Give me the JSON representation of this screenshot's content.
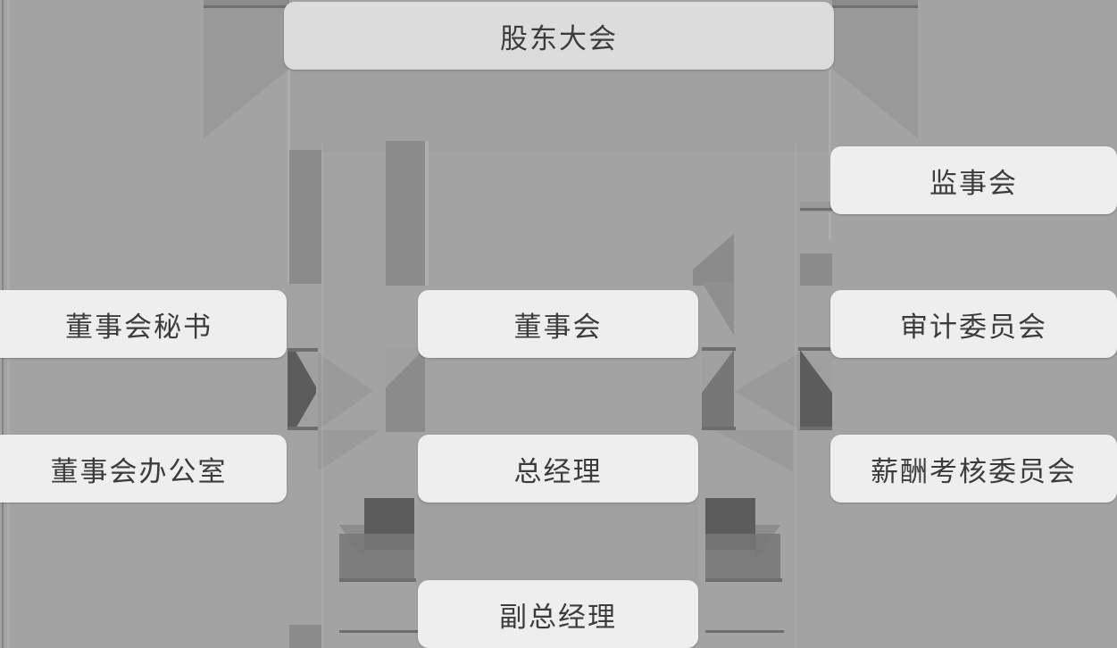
{
  "chart": {
    "type": "org-chart",
    "title": "",
    "background_color": "#a3a3a3",
    "node_fill": "#eeeeee",
    "root_node_fill": "#dcdcdc",
    "text_color": "#3c3c3c",
    "nodes": [
      {
        "id": "shareholders",
        "label": "股东大会",
        "level": 0,
        "column": "center"
      },
      {
        "id": "supervisors",
        "label": "监事会",
        "level": 1,
        "column": "right"
      },
      {
        "id": "board-secretary",
        "label": "董事会秘书",
        "level": 2,
        "column": "left"
      },
      {
        "id": "board",
        "label": "董事会",
        "level": 2,
        "column": "center"
      },
      {
        "id": "audit",
        "label": "审计委员会",
        "level": 2,
        "column": "right"
      },
      {
        "id": "board-office",
        "label": "董事会办公室",
        "level": 3,
        "column": "left"
      },
      {
        "id": "gm",
        "label": "总经理",
        "level": 3,
        "column": "center"
      },
      {
        "id": "compensation",
        "label": "薪酬考核委员会",
        "level": 3,
        "column": "right"
      },
      {
        "id": "deputy-gm",
        "label": "副总经理",
        "level": 4,
        "column": "center"
      }
    ],
    "edges": [
      {
        "from": "shareholders",
        "to": "supervisors"
      },
      {
        "from": "shareholders",
        "to": "board"
      },
      {
        "from": "board",
        "to": "board-secretary"
      },
      {
        "from": "board",
        "to": "audit"
      },
      {
        "from": "board",
        "to": "gm"
      },
      {
        "from": "board-secretary",
        "to": "board-office"
      },
      {
        "from": "board",
        "to": "compensation"
      },
      {
        "from": "gm",
        "to": "deputy-gm"
      }
    ]
  }
}
